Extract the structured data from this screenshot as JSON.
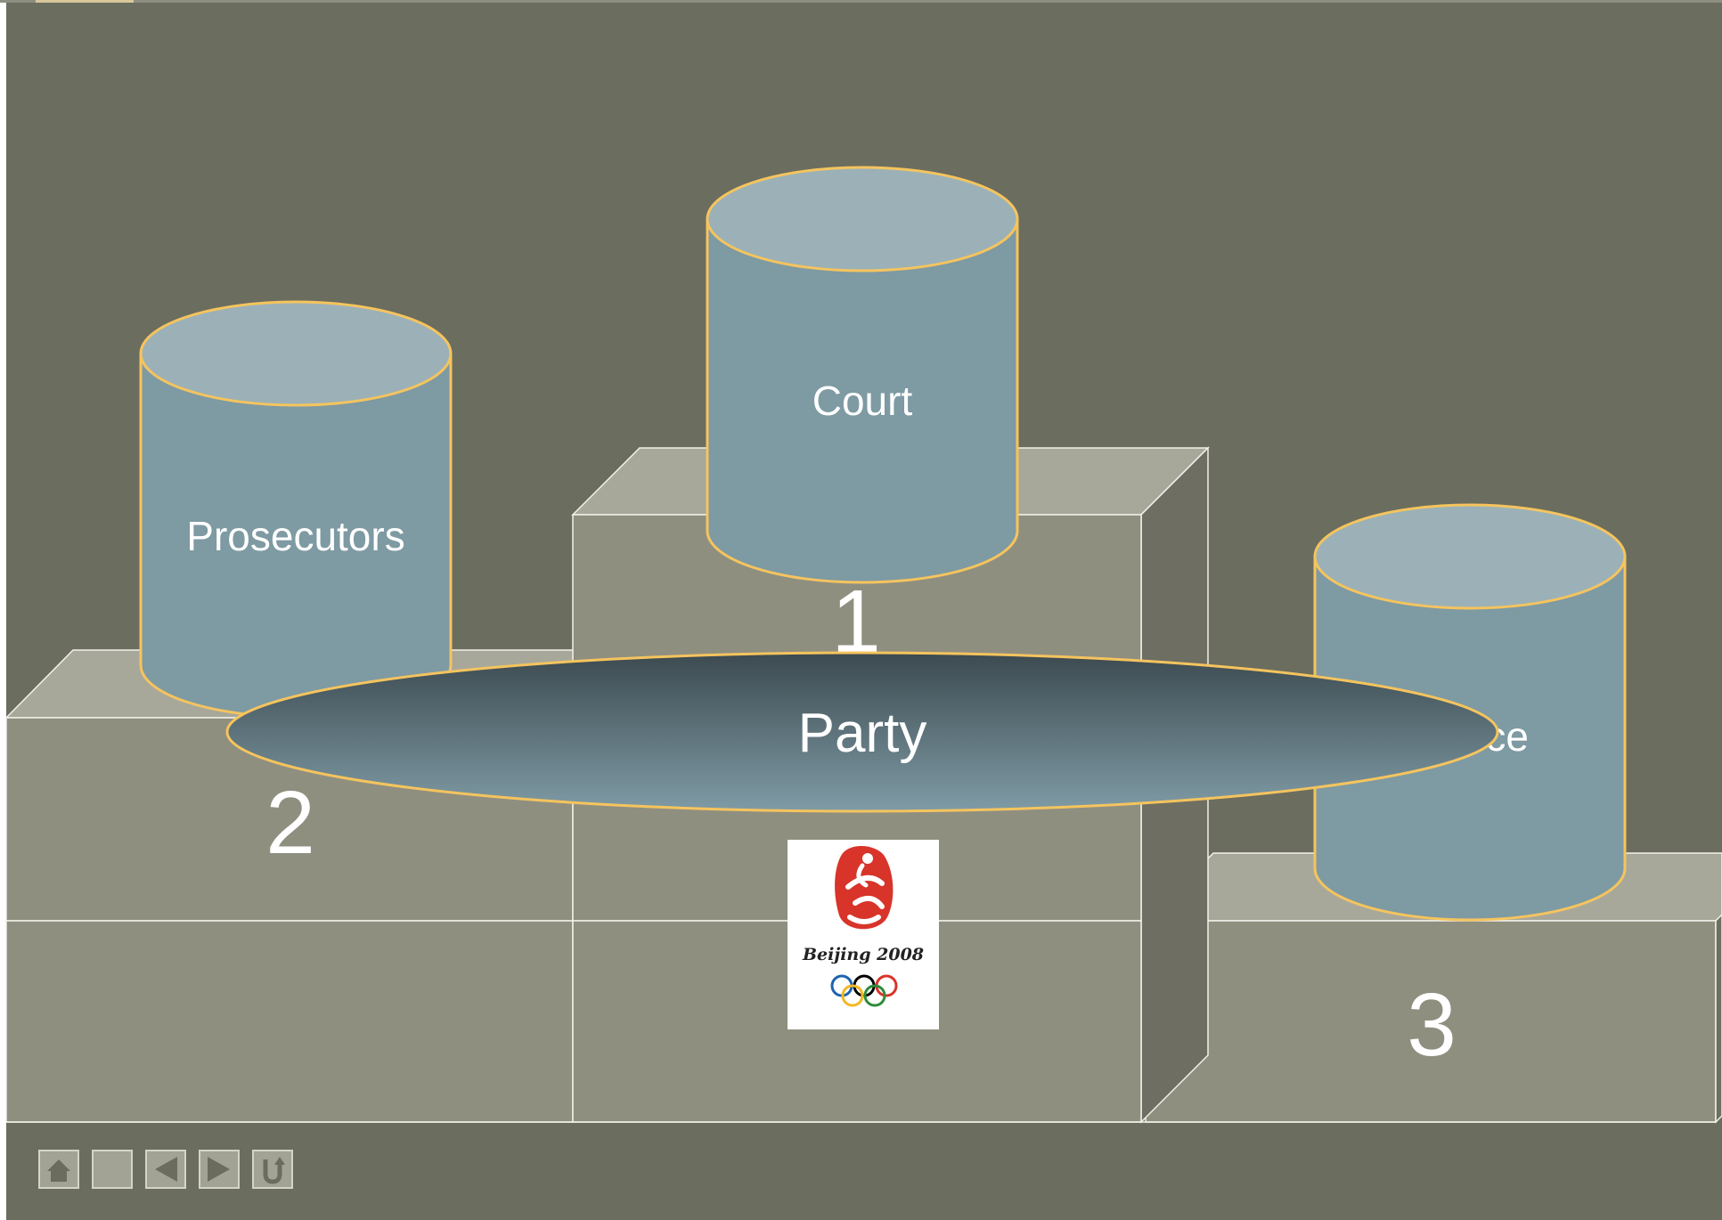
{
  "slide": {
    "background_color": "#6B6D5F",
    "pedestal_front_color": "#8F8F80",
    "pedestal_top_color": "#A8A89A",
    "pedestal_side_color": "#6E6E62",
    "cylinder_body_color": "#7E9AA3",
    "cylinder_top_color": "#9BB1B7",
    "cylinder_outline_color": "#F5C45E",
    "text_color": "#FFFFFF"
  },
  "podium": {
    "first_place": "1",
    "second_place": "2",
    "third_place": "3"
  },
  "cylinders": {
    "left": {
      "label": "Prosecutors"
    },
    "center": {
      "label": "Court"
    },
    "right": {
      "label_visible_fragment": "ce"
    }
  },
  "ellipse": {
    "label": "Party",
    "gradient_top_color": "#3C4A50",
    "gradient_bottom_color": "#7F9BA5"
  },
  "logo": {
    "text": "Beijing 2008",
    "emblem_color": "#D8342A",
    "ring_colors": [
      "#1E63B0",
      "#000000",
      "#D8342A",
      "#F2B824",
      "#2E8B3A"
    ]
  },
  "nav": {
    "buttons": [
      {
        "name": "home",
        "icon": "home-icon"
      },
      {
        "name": "blank",
        "icon": "blank-icon"
      },
      {
        "name": "previous",
        "icon": "previous-icon"
      },
      {
        "name": "next",
        "icon": "next-icon"
      },
      {
        "name": "return",
        "icon": "return-icon"
      }
    ]
  }
}
